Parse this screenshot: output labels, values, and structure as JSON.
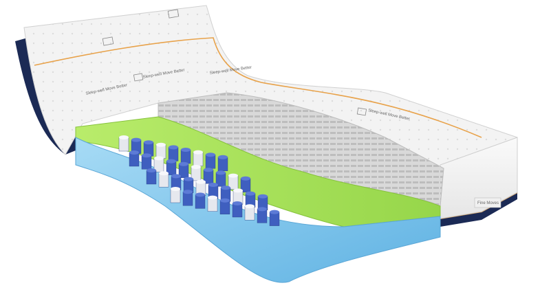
{
  "product": {
    "quilt_brand_labels": [
      "Sleep-well Move Better",
      "Sleep-well Move Better",
      "Sleep-well Move Better",
      "Sleep-well Move Better"
    ],
    "side_label": "Fine Moves"
  },
  "colors": {
    "background": "#ffffff",
    "cover_white": "#f2f2f2",
    "border_navy": "#1b2a55",
    "accent_orange": "#e8a24a",
    "green_foam": "#a8e25a",
    "blue_foam": "#7fc6ea",
    "pocket_spring_blue": "#3f5fbf",
    "pocket_spring_white": "#e6e8ee",
    "cut_foam_grey": "#d7d7d7"
  }
}
